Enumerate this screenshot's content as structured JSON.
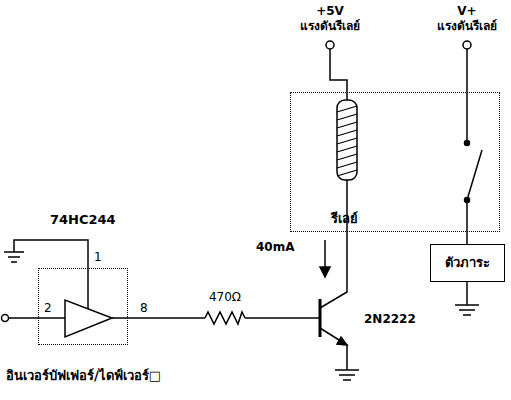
{
  "diagram": {
    "caption": "อินเวอร์บัฟเฟอร์/ไดฟ์เวอร์□",
    "nodes": [
      {
        "text": [
          "74HC244"
        ]
      },
      {
        "text": [
          "รีเลย์"
        ]
      },
      {
        "text": [
          "ตัวภาระ"
        ]
      }
    ],
    "edges": [
      {
        "from": 1,
        "to": 2,
        "arrow": "none"
      }
    ],
    "labels": [
      "+5V",
      "แรงดันรีเลย์",
      "V+",
      "แรงดันรีเลย์",
      "1",
      "2",
      "8",
      "470Ω",
      "40mA",
      "2N2222"
    ]
  }
}
